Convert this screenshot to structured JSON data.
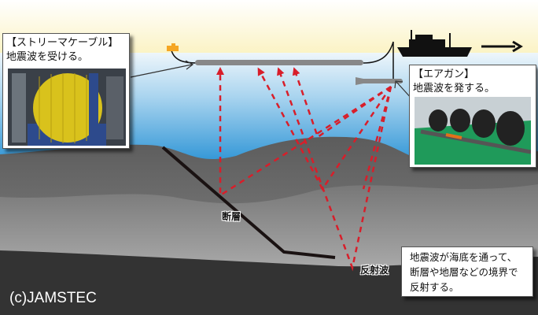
{
  "streamer_box": {
    "title": "【ストリーマケーブル】",
    "text": "地震波を受ける。"
  },
  "airgun_box": {
    "title": "【エアガン】",
    "text": "地震波を発する。"
  },
  "labels": {
    "fault": "断層",
    "reflected_wave": "反射波"
  },
  "note": {
    "lines": [
      "地震波が海底を通って、",
      "断層や地層などの境界で",
      "反射する。"
    ]
  },
  "copyright": "(c)JAMSTEC",
  "colors": {
    "ray": "#d81e2a",
    "sky": "#fbf3c4",
    "sea_top": "#e8f3fa",
    "sea_bottom": "#3f9fd8",
    "buoy": "#f5a623"
  }
}
